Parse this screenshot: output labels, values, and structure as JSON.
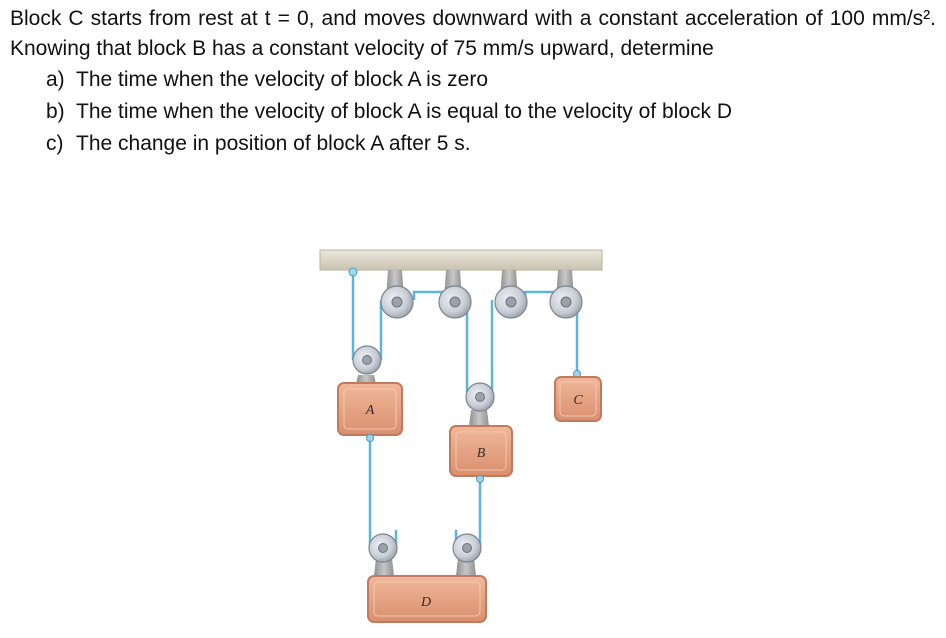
{
  "problem": {
    "intro": "Block C starts from rest at t = 0, and moves downward with a constant acceleration of 100 mm/s². Knowing that block B has a constant velocity of 75 mm/s upward, determine",
    "parts": [
      {
        "letter": "a)",
        "text": "The time when the velocity of block A is zero"
      },
      {
        "letter": "b)",
        "text": "The time when the velocity of block A is equal to the velocity of block D"
      },
      {
        "letter": "c)",
        "text": "The change in position of block A after 5 s."
      }
    ]
  },
  "figure": {
    "blocks": {
      "a": "A",
      "b": "B",
      "c": "C",
      "d": "D"
    },
    "colors": {
      "ceiling": "#d8d3c4",
      "cable": "#5cb6dc",
      "pulley": "#c9ced6",
      "bracket": "#a9a9a9",
      "block_fill": "#e9a887",
      "block_border": "#c17a5f"
    }
  }
}
